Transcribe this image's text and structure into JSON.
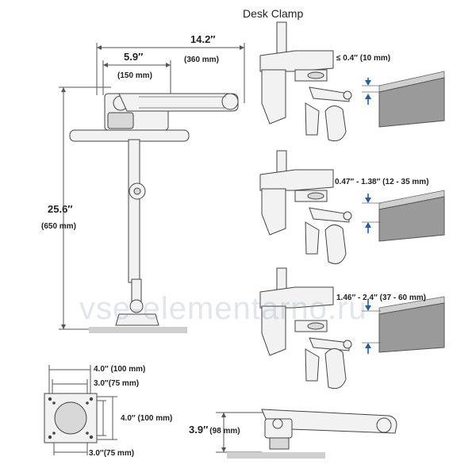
{
  "title": "Desk Clamp",
  "arm_width": {
    "imperial": "14.2″",
    "metric": "(360 mm)"
  },
  "arm_inner": {
    "imperial": "5.9″",
    "metric": "(150 mm)"
  },
  "pole_height": {
    "imperial": "25.6″",
    "metric": "(650 mm)"
  },
  "clamp_ranges": [
    {
      "text": "≤ 0.4″ (10 mm)"
    },
    {
      "text": "0.47″ - 1.38″ (12 - 35 mm)"
    },
    {
      "text": "1.46″ - 2.4″ (37 - 60 mm)"
    }
  ],
  "vesa": {
    "width_large": "4.0″ (100 mm)",
    "width_small": "3.0″(75 mm)",
    "height_large": "4.0″ (100 mm)",
    "height_small": "3.0″(75 mm)"
  },
  "base_height": {
    "imperial": "3.9″",
    "metric": "(98 mm)"
  },
  "watermark": "vse-elementarno.ru",
  "colors": {
    "arrow": "#1f5fae",
    "line": "#555555",
    "desk": "#9a9a9a"
  }
}
